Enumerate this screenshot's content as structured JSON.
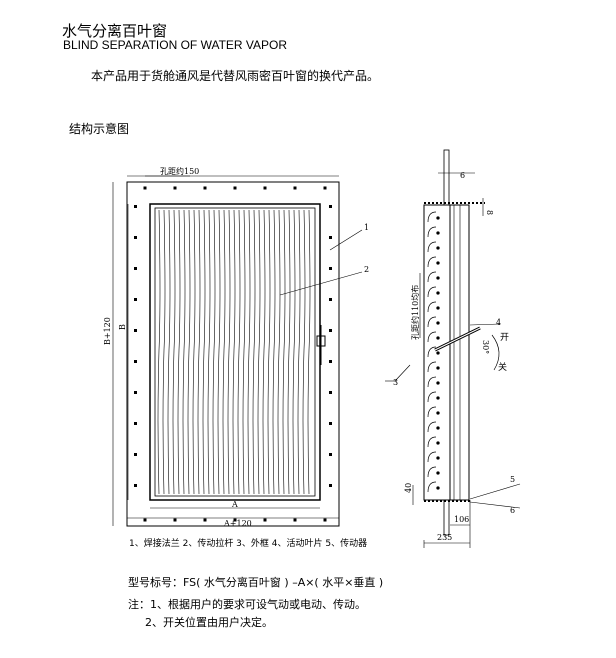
{
  "title_cn": "水气分离百叶窗",
  "title_en": "BLIND SEPARATION OF WATER VAPOR",
  "intro": "本产品用于货舱通风是代替风雨密百叶窗的换代产品。",
  "diagram_heading": "结构示意图",
  "front_view": {
    "hole_spacing": "孔距约150",
    "dim_height_outer": "B+120",
    "dim_height": "B",
    "dim_width": "A",
    "dim_width_outer": "A+120",
    "callouts": [
      "1",
      "2"
    ]
  },
  "side_view": {
    "dim_top": "6",
    "dim_flange": "8",
    "hole_spacing": "孔距约110均布",
    "callout_4": "4",
    "angle": "30°",
    "open": "开",
    "close": "关",
    "callout_3": "3",
    "dim_40": "40",
    "callout_5": "5",
    "callout_6": "6",
    "dim_106": "106",
    "dim_235": "235"
  },
  "legend": "1、焊接法兰 2、传动拉杆 3、外框 4、活动叶片 5、传动器",
  "model": "型号标号：FS( 水气分离百叶窗 ) –A×( 水平×垂直 )",
  "note1": "注：1、根据用户的要求可设气动或电动、传动。",
  "note2": "2、开关位置由用户决定。"
}
